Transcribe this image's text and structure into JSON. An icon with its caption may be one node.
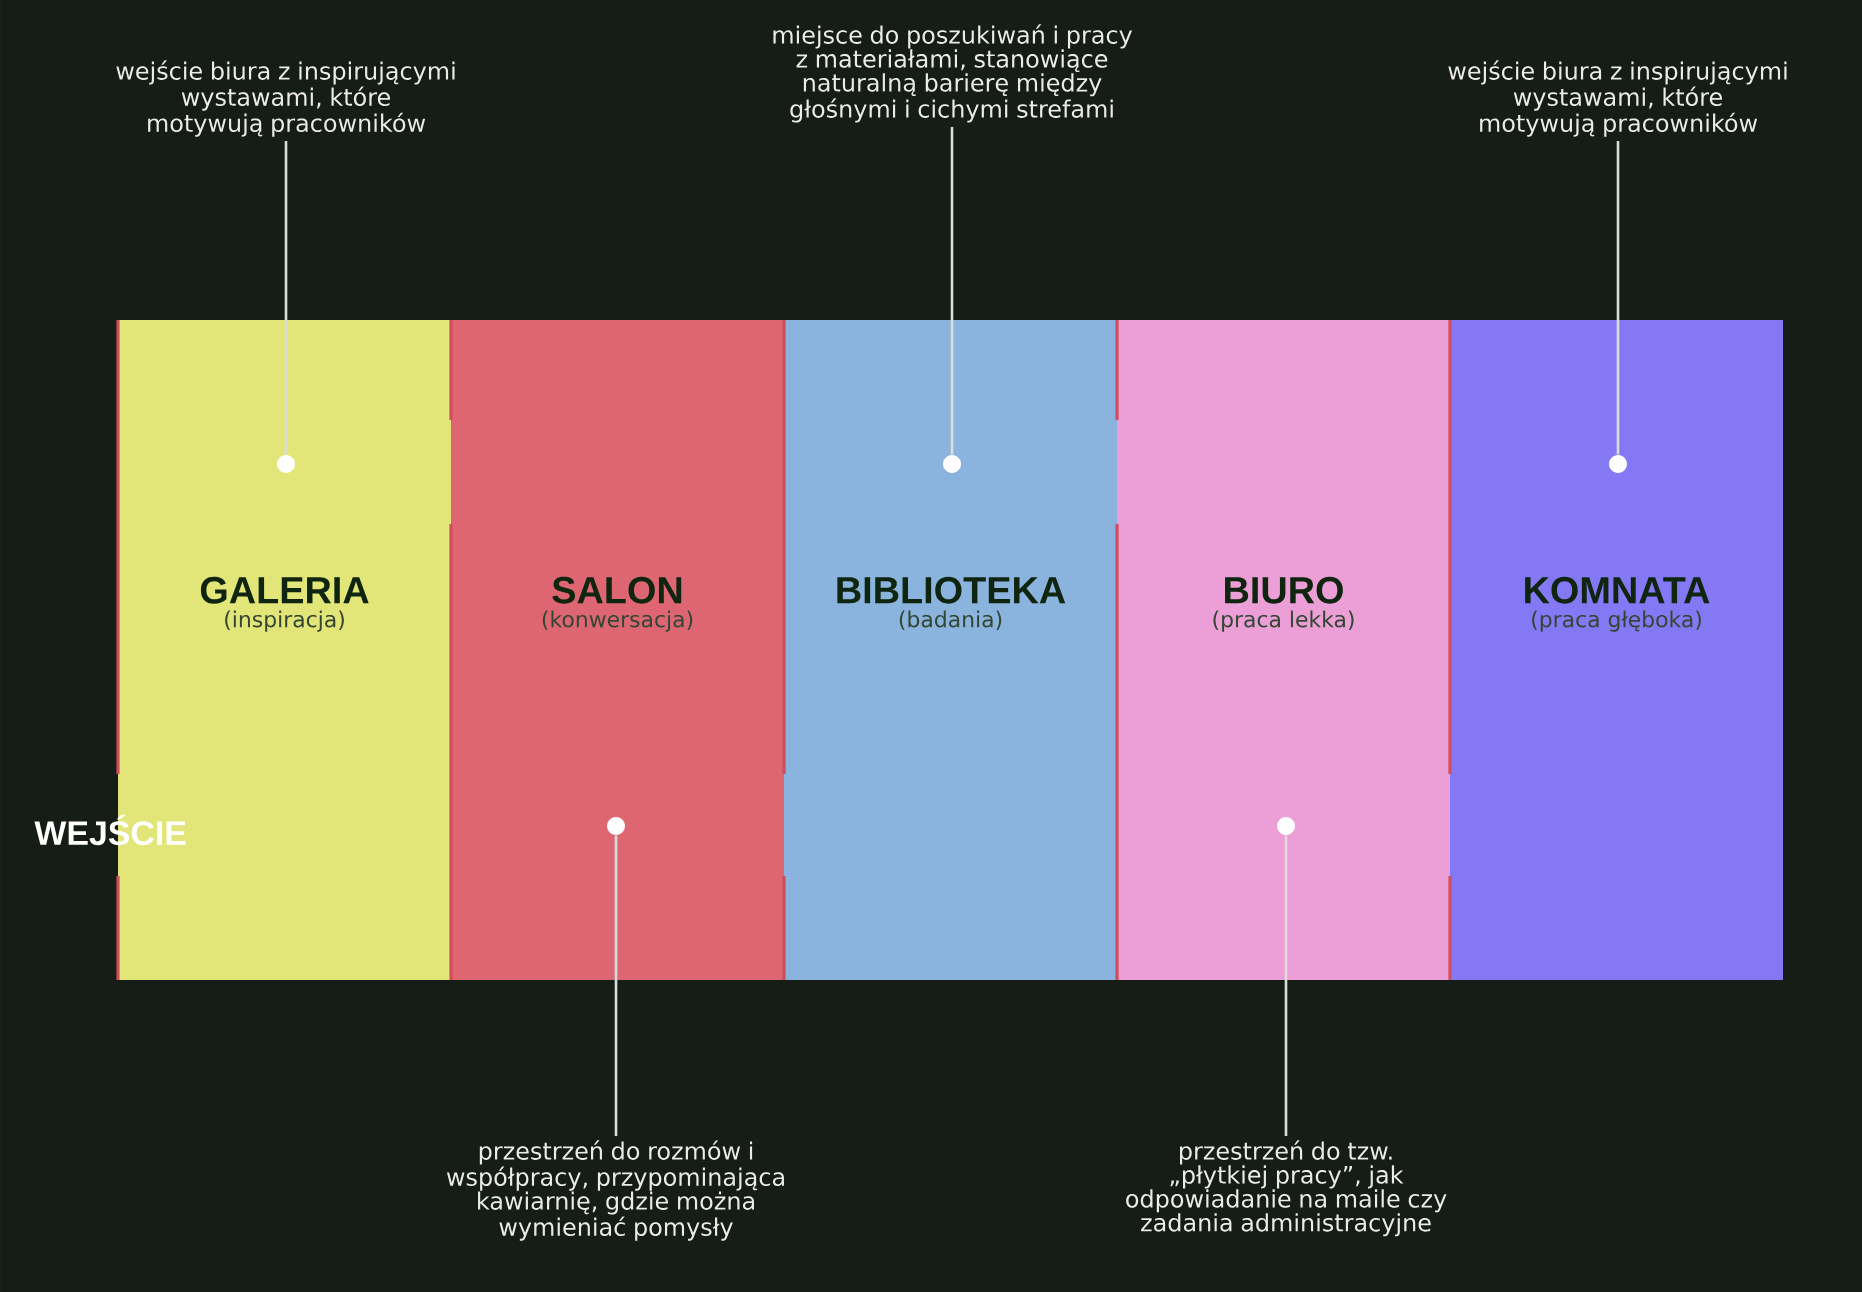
{
  "diagram": {
    "nodes": [
      {
        "text": [
          "GALERIA",
          "(inspiracja)"
        ]
      },
      {
        "text": [
          "SALON",
          "(konwersacja)"
        ]
      },
      {
        "text": [
          "BIBLIOTEKA",
          "(badania)"
        ]
      },
      {
        "text": [
          "BIURO",
          "(praca lekka)"
        ]
      },
      {
        "text": [
          "KOMNATA",
          "(praca głęboka)"
        ]
      },
      {
        "text": [],
        "shape": "circle",
        "in": 0
      },
      {
        "text": [],
        "shape": "circle",
        "in": 1
      },
      {
        "text": [],
        "shape": "circle",
        "in": 2
      },
      {
        "text": [],
        "shape": "circle",
        "in": 3
      },
      {
        "text": [],
        "shape": "circle",
        "in": 4
      },
      {
        "text": [
          "wejście biura z inspirującymi wystawami, które motywują pracowników"
        ]
      },
      {
        "text": [
          "przestrzeń do rozmów i współpracy, przypominająca kawiarnię, gdzie można wymieniać pomysły"
        ]
      },
      {
        "text": [
          "miejsce do poszukiwań i pracy z materiałami, stanowiące naturalną barierę między głośnymi i cichymi strefami"
        ]
      },
      {
        "text": [
          "przestrzeń do tzw. „płytkiej pracy”, jak odpowiadanie na maile czy zadania administracyjne"
        ]
      },
      {
        "text": [
          "wejście biura z inspirującymi wystawami, które motywują pracowników"
        ]
      }
    ],
    "edges": [
      {
        "from": 10,
        "to": 5,
        "arrow": "none"
      },
      {
        "from": 11,
        "to": 6,
        "arrow": "none"
      },
      {
        "from": 12,
        "to": 7,
        "arrow": "none"
      },
      {
        "from": 13,
        "to": 8,
        "arrow": "none"
      },
      {
        "from": 14,
        "to": 9,
        "arrow": "none"
      }
    ],
    "labels": [
      "WEJŚCIE"
    ]
  }
}
